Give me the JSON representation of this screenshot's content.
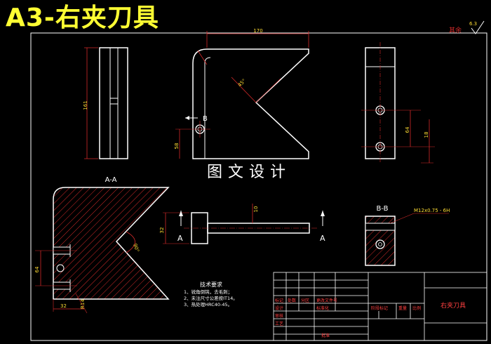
{
  "drawing": {
    "title": "A3-右夹刀具",
    "watermark": "图文设计",
    "roughness_label": "其余",
    "roughness_value": "6.3"
  },
  "views": {
    "section_aa_label": "A-A",
    "section_bb_label": "B-B",
    "cut_marker_a_left": "A",
    "cut_marker_a_right": "A",
    "cut_marker_b": "B",
    "thread_callout": "M12x0.75 - 6H"
  },
  "dimensions": {
    "top_width": "170",
    "front_height": "161",
    "angle_front": "45°",
    "hole_offset": "58",
    "side_spacing": "64",
    "side_edge": "18",
    "section_angle": "90°",
    "section_hole_spacing": "64",
    "section_bottom_a": "32",
    "section_bottom_b": "R14",
    "pin_dia": "10",
    "head_dia": "32"
  },
  "notes": {
    "heading": "技术要求",
    "line1": "1、锐角倒钝，去毛刺；",
    "line2": "2、未注尺寸公差按IT14。",
    "line3": "3、热处理HRC40-45。"
  },
  "title_block": {
    "part_name": "右夹刀具",
    "row_labels": [
      "标记",
      "设计",
      "审核",
      "工艺"
    ],
    "col_labels": [
      "处数",
      "分区",
      "更改文件号"
    ],
    "standardization": "标准化",
    "approve": "批准",
    "stage_label": "阶段标记",
    "weight_label": "重量",
    "scale_label": "比例"
  }
}
